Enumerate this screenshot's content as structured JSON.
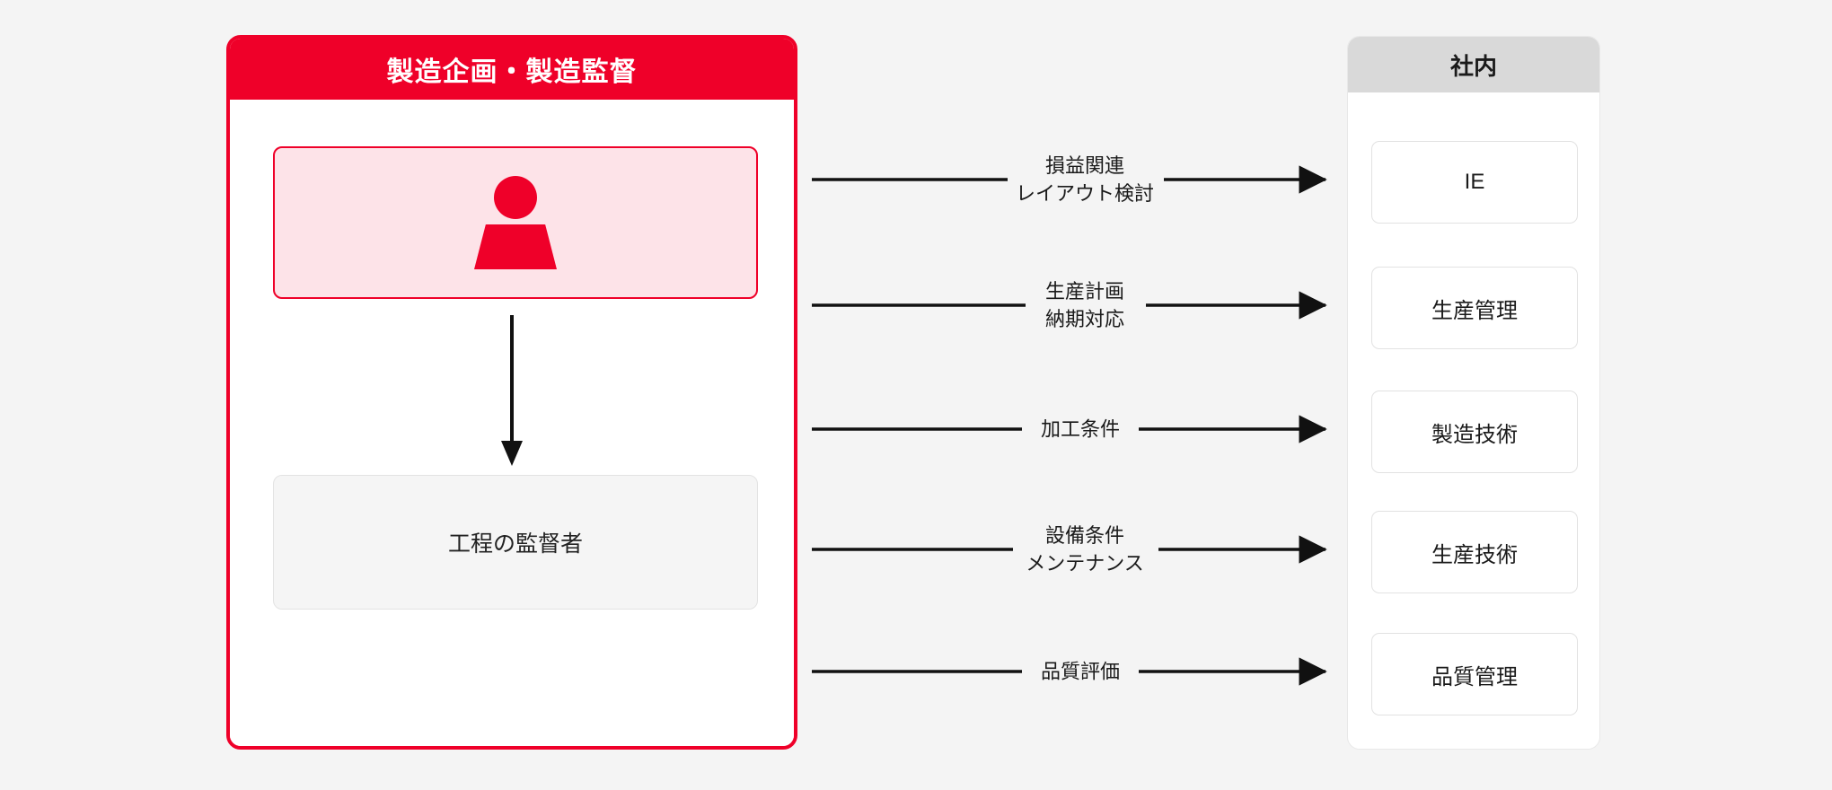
{
  "left_panel": {
    "title": "製造企画・製造監督",
    "accent_color": "#EF0029",
    "person_card": {
      "icon": "person-icon",
      "background_color": "#FDE3E8",
      "border_color": "#EF0029"
    },
    "flow_arrow": "down-arrow",
    "process_box": {
      "label": "工程の監督者",
      "background_color": "#F5F5F5"
    }
  },
  "connectors": [
    {
      "label_line1": "損益関連",
      "label_line2": "レイアウト検討",
      "target": "IE"
    },
    {
      "label_line1": "生産計画",
      "label_line2": "納期対応",
      "target": "生産管理"
    },
    {
      "label_line1": "加工条件",
      "label_line2": "",
      "target": "製造技術"
    },
    {
      "label_line1": "設備条件",
      "label_line2": "メンテナンス",
      "target": "生産技術"
    },
    {
      "label_line1": "品質評価",
      "label_line2": "",
      "target": "品質管理"
    }
  ],
  "right_panel": {
    "title": "社内",
    "header_color": "#D9D9D9",
    "items": [
      {
        "label": "IE"
      },
      {
        "label": "生産管理"
      },
      {
        "label": "製造技術"
      },
      {
        "label": "生産技術"
      },
      {
        "label": "品質管理"
      }
    ]
  },
  "canvas": {
    "background_color": "#F4F4F4"
  }
}
